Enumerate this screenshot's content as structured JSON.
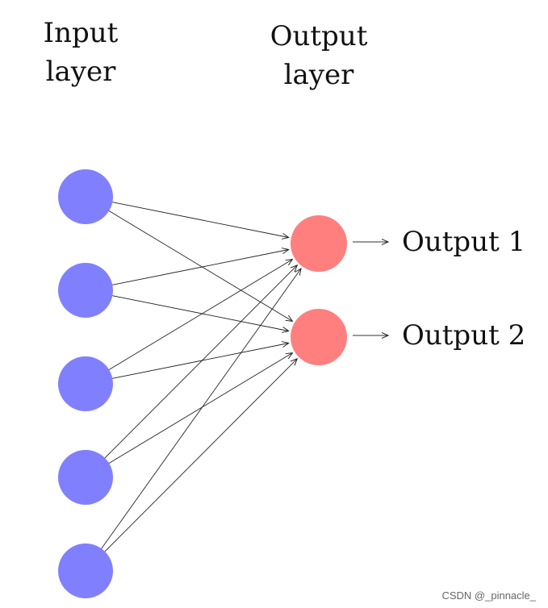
{
  "titles": {
    "input_line1": "Input",
    "input_line2": "layer",
    "output_line1": "Output",
    "output_line2": "layer"
  },
  "colors": {
    "input_node": "#8080ff",
    "output_node": "#ff7f7f",
    "edge": "#222222"
  },
  "network": {
    "input_count": 5,
    "output_count": 2,
    "fully_connected": true
  },
  "outputs": [
    {
      "label": "Output 1"
    },
    {
      "label": "Output 2"
    }
  ],
  "watermark": "CSDN @_pinnacle_"
}
